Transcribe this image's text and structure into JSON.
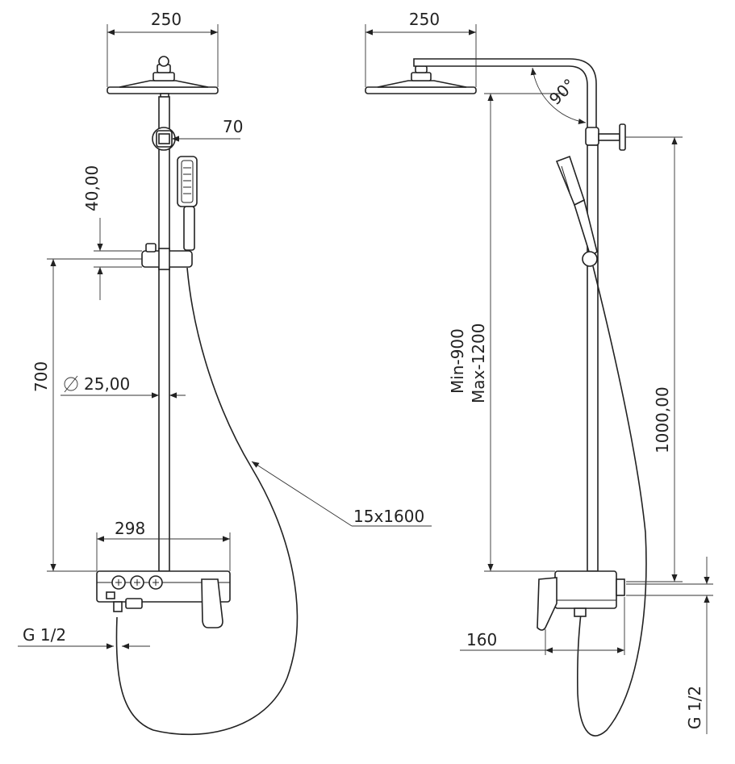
{
  "front_view": {
    "head_width": "250",
    "bracket_offset": "70",
    "holder_height": "40,00",
    "holder_to_base": "700",
    "pipe_diameter": "25,00",
    "hose_size": "15x1600",
    "base_width": "298",
    "inlet_thread": "G 1/2"
  },
  "side_view": {
    "head_width": "250",
    "arm_angle": "90°",
    "height_range_min": "Min-900",
    "height_range_max": "Max-1200",
    "bracket_height": "1000,00",
    "projection": "160",
    "inlet_thread": "G 1/2"
  }
}
